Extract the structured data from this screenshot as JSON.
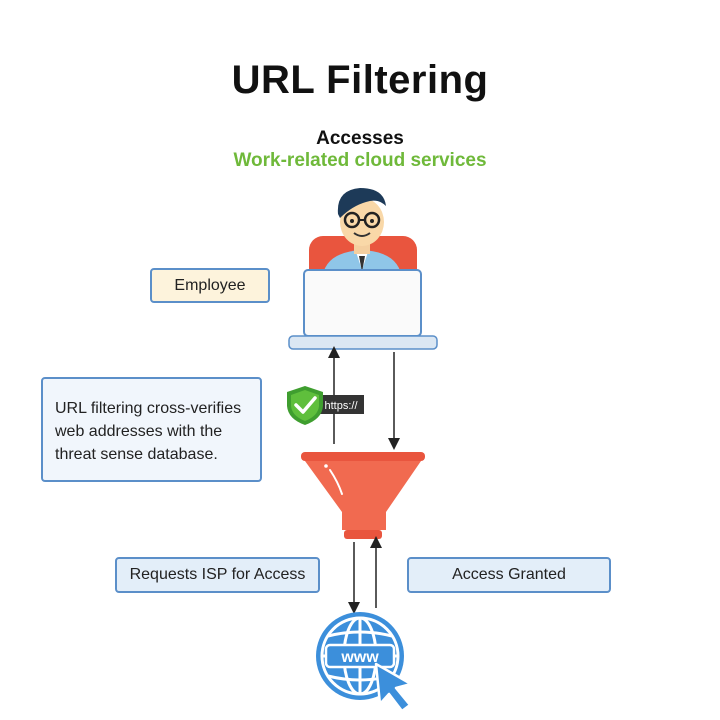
{
  "title": "URL Filtering",
  "accesses_label": "Accesses",
  "accesses_target": "Work-related cloud services",
  "employee_label": "Employee",
  "description": "URL filtering cross-verifies web addresses with the threat sense database.",
  "requests_label": "Requests ISP for Access",
  "granted_label": "Access Granted",
  "https_badge": "https://",
  "globe_label": "www",
  "colors": {
    "accent_green": "#6fb93a",
    "box_border": "#5b8fc9",
    "funnel": "#f16a50",
    "globe": "#3c8fdb"
  }
}
